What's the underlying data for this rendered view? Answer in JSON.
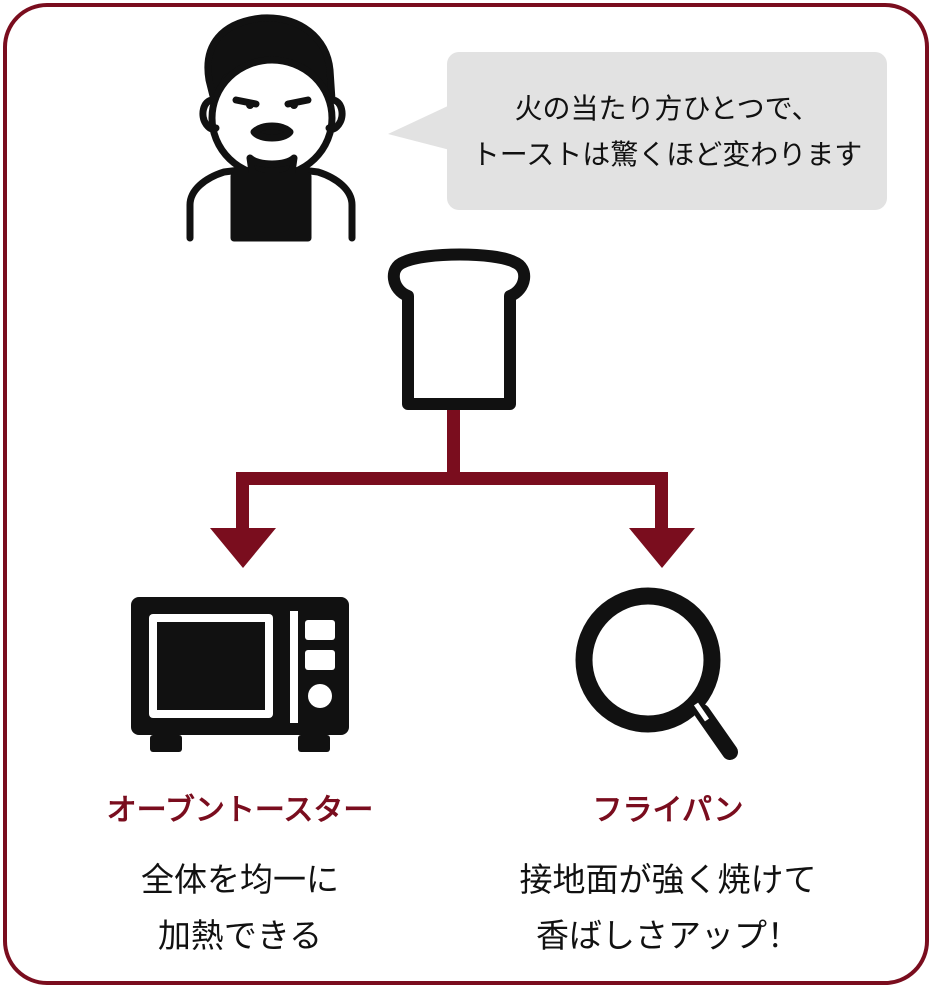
{
  "speech": {
    "line1": "火の当たり方ひとつで、",
    "line2": "トーストは驚くほど変わります"
  },
  "options": {
    "left": {
      "name": "オーブントースター",
      "desc_line1": "全体を均一に",
      "desc_line2": "加熱できる",
      "icon": "oven-toaster-icon"
    },
    "right": {
      "name": "フライパン",
      "desc_line1": "接地面が強く焼けて",
      "desc_line2": "香ばしさアップ！",
      "icon": "frying-pan-icon"
    }
  },
  "icons": [
    "chef-avatar-icon",
    "bread-slice-icon",
    "oven-toaster-icon",
    "frying-pan-icon"
  ],
  "colors": {
    "accent": "#7a0d1e",
    "bubble": "#e2e2e2",
    "ink": "#111111"
  }
}
